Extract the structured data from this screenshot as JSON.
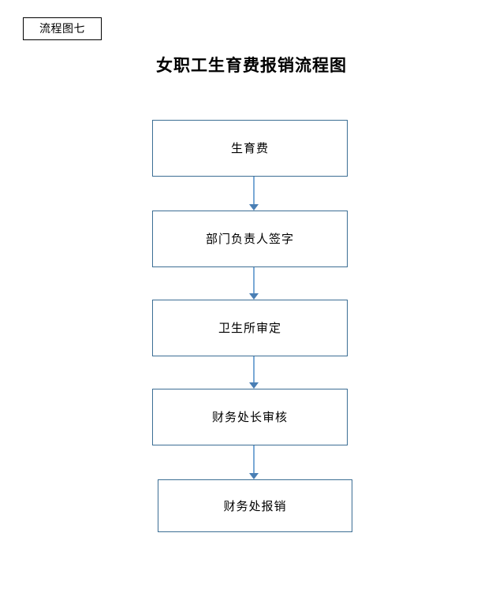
{
  "document": {
    "caption_label": "流程图七",
    "title": "女职工生育费报销流程图"
  },
  "flowchart": {
    "accent_color": "#3c6e94",
    "connector_color": "#7aa9d6",
    "arrowhead_color": "#4a7fb5",
    "nodes": [
      {
        "id": "node-birth-fee",
        "label": "生育费"
      },
      {
        "id": "node-dept-head-sign",
        "label": "部门负责人签字"
      },
      {
        "id": "node-clinic-approve",
        "label": "卫生所审定"
      },
      {
        "id": "node-finance-director-review",
        "label": "财务处长审核"
      },
      {
        "id": "node-finance-reimburse",
        "label": "财务处报销"
      }
    ],
    "connectors": [
      {
        "from": "node-birth-fee",
        "to": "node-dept-head-sign"
      },
      {
        "from": "node-dept-head-sign",
        "to": "node-clinic-approve"
      },
      {
        "from": "node-clinic-approve",
        "to": "node-finance-director-review"
      },
      {
        "from": "node-finance-director-review",
        "to": "node-finance-reimburse"
      }
    ]
  }
}
